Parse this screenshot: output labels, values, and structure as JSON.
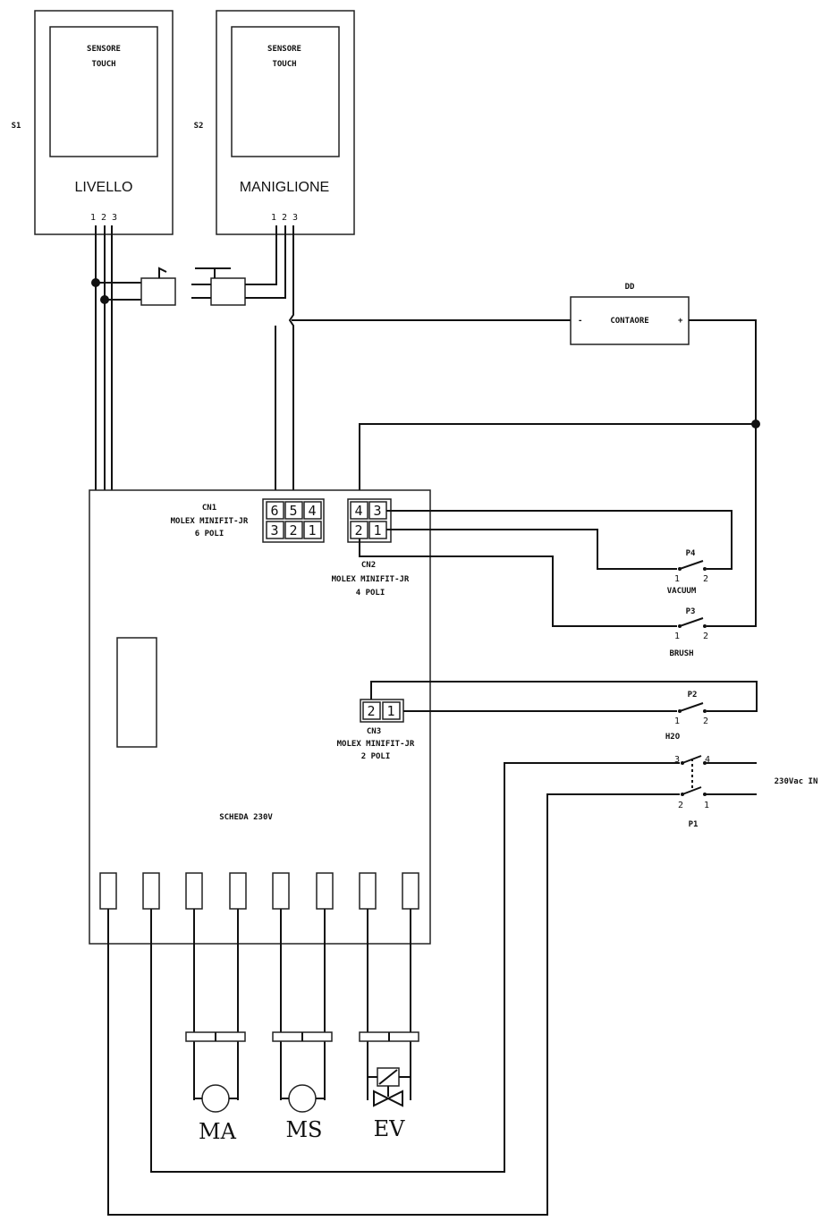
{
  "sensors": {
    "s1": {
      "tag": "S1",
      "title": "SENSORE TOUCH",
      "title_line1": "SENSORE",
      "title_line2": "TOUCH",
      "label": "LIVELLO",
      "pins": "1 2 3"
    },
    "s2": {
      "tag": "S2",
      "title": "SENSORE TOUCH",
      "title_line1": "SENSORE",
      "title_line2": "TOUCH",
      "label": "MANIGLIONE",
      "pins": "1 2 3"
    }
  },
  "counter": {
    "tag": "DD",
    "label": "CONTAORE",
    "minus": "-",
    "plus": "+"
  },
  "board": {
    "label": "SCHEDA 230V"
  },
  "connectors": {
    "cn1": {
      "tag": "CN1",
      "line1": "MOLEX MINIFIT-JR",
      "line2": "6 POLI",
      "pins_top": [
        "6",
        "5",
        "4"
      ],
      "pins_bottom": [
        "3",
        "2",
        "1"
      ]
    },
    "cn2": {
      "tag": "CN2",
      "line1": "MOLEX MINIFIT-JR",
      "line2": "4 POLI",
      "pins_top": [
        "4",
        "3"
      ],
      "pins_bottom": [
        "2",
        "1"
      ]
    },
    "cn3": {
      "tag": "CN3",
      "line1": "MOLEX MINIFIT-JR",
      "line2": "2 POLI",
      "pins": [
        "2",
        "1"
      ]
    }
  },
  "switches": {
    "p4": {
      "tag": "P4",
      "pin1": "1",
      "pin2": "2",
      "label": "VACUUM"
    },
    "p3": {
      "tag": "P3",
      "pin1": "1",
      "pin2": "2",
      "label": "BRUSH"
    },
    "p2": {
      "tag": "P2",
      "pin1": "1",
      "pin2": "2",
      "label": "H2O"
    },
    "p1": {
      "tag": "P1",
      "pin_a": "3",
      "pin_b": "4",
      "pin_c": "2",
      "pin_d": "1"
    }
  },
  "supply": {
    "label": "230Vac IN"
  },
  "loads": {
    "ma": "MA",
    "ms": "MS",
    "ev": "EV"
  }
}
